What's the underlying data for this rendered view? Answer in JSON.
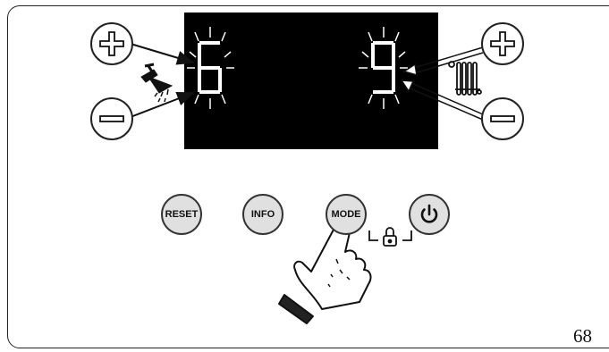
{
  "display": {
    "dhw_digit": "6",
    "heating_digit": "9"
  },
  "buttons": {
    "reset_label": "RESET",
    "info_label": "INFO",
    "mode_label": "MODE"
  },
  "page_number": "68",
  "icons": {
    "dhw": "shower-tap-icon",
    "heating": "radiator-icon",
    "lock": "padlock-icon",
    "power": "power-icon",
    "hand": "pointing-hand-icon"
  }
}
